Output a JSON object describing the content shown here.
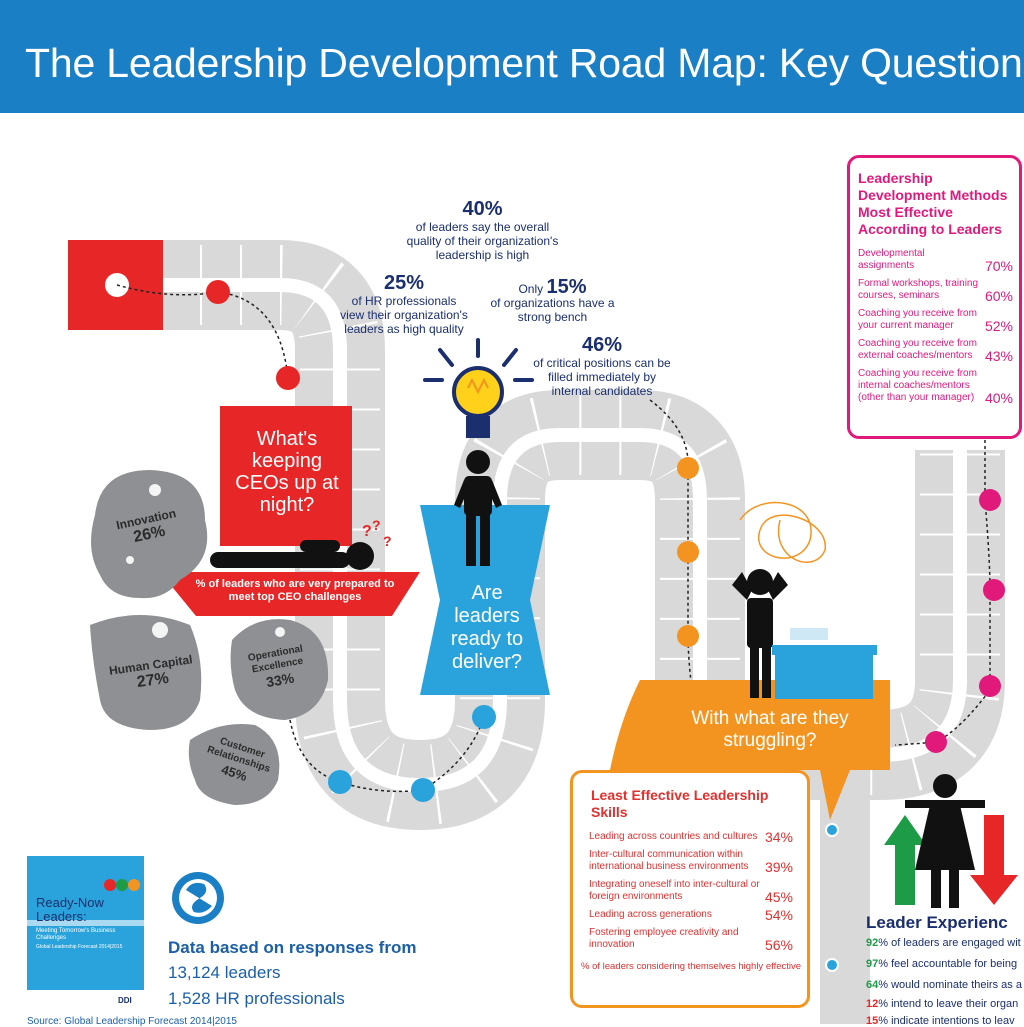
{
  "header": {
    "title": "The Leadership Development Road Map: Key Questions"
  },
  "colors": {
    "header_blue": "#1a7fc4",
    "red": "#e62627",
    "pink": "#e0197b",
    "orange": "#f39420",
    "sky": "#2aa3dc",
    "navy": "#1b2f6e",
    "road_gray": "#d9d9da"
  },
  "ceo_section": {
    "question": "What's keeping CEOs up at night?",
    "caption": "% of leaders who are very prepared to meet top CEO challenges",
    "challenges": [
      {
        "name": "Innovation",
        "value": "26%"
      },
      {
        "name": "Human Capital",
        "value": "27%"
      },
      {
        "name": "Operational Excellence",
        "value": "33%"
      },
      {
        "name": "Customer Relationships",
        "value": "45%"
      }
    ]
  },
  "ready_section": {
    "question": "Are leaders ready to deliver?",
    "stats": [
      {
        "value": "40%",
        "text": "of leaders say the overall quality of their organization's leadership is high"
      },
      {
        "value": "25%",
        "text": "of HR professionals view their organization's leaders as high quality"
      },
      {
        "prefix": "Only",
        "value": "15%",
        "text": "of organizations have a strong bench"
      },
      {
        "value": "46%",
        "text": "of critical positions can be filled immediately by internal candidates"
      }
    ]
  },
  "struggle_section": {
    "question": "With what are they struggling?"
  },
  "methods_box": {
    "title": "Leadership Development Methods Most Effective According to Leaders",
    "items": [
      {
        "label": "Developmental assignments",
        "value": "70%"
      },
      {
        "label": "Formal workshops, training courses, seminars",
        "value": "60%"
      },
      {
        "label": "Coaching you receive from your current manager",
        "value": "52%"
      },
      {
        "label": "Coaching you receive from external coaches/mentors",
        "value": "43%"
      },
      {
        "label": "Coaching you receive from internal coaches/mentors (other than your manager)",
        "value": "40%"
      }
    ]
  },
  "skills_box": {
    "title": "Least Effective Leadership Skills",
    "items": [
      {
        "label": "Leading across countries and cultures",
        "value": "34%"
      },
      {
        "label": "Inter-cultural communication within international business environments",
        "value": "39%"
      },
      {
        "label": "Integrating oneself into inter-cultural or foreign environments",
        "value": "45%"
      },
      {
        "label": "Leading across generations",
        "value": "54%"
      },
      {
        "label": "Fostering employee creativity and innovation",
        "value": "56%"
      }
    ],
    "footer": "% of leaders considering themselves highly effective"
  },
  "experience": {
    "title": "Leader Experienc",
    "rows": [
      {
        "pct": "92",
        "text": "% of leaders are engaged wit"
      },
      {
        "pct": "97",
        "text": "% feel accountable for being"
      },
      {
        "pct": "64",
        "text": "% would nominate theirs as a"
      },
      {
        "pct": "12",
        "text": "% intend to leave their organ"
      },
      {
        "pct": "15",
        "text": "% indicate intentions to leav"
      }
    ]
  },
  "data_source": {
    "heading": "Data based on responses from",
    "leaders": "13,124 leaders",
    "hr": "1,528 HR professionals",
    "footnote": "Source: Global Leadership Forecast 2014|2015"
  },
  "report_cover": {
    "title": "Ready-Now Leaders:",
    "subtitle": "Meeting Tomorrow's Business Challenges",
    "series": "Global Leadership Forecast 2014|2015",
    "brand": "DDI"
  },
  "icons": [
    "globe-icon",
    "lightbulb-icon",
    "person-icon",
    "question-marks-icon"
  ]
}
